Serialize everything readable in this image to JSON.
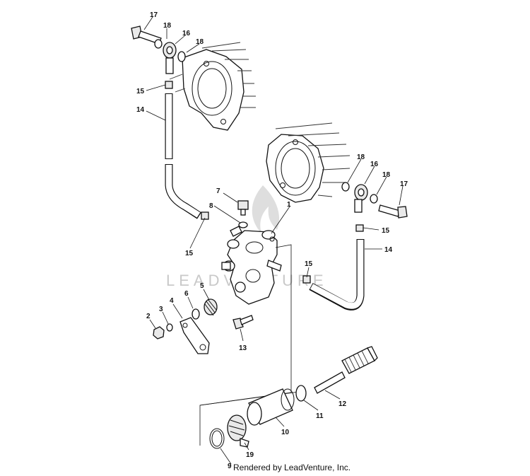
{
  "watermark": "LEADVENTURE",
  "credit": "Rendered by LeadVenture, Inc.",
  "callouts": {
    "c17a": "17",
    "c18a": "18",
    "c16a": "16",
    "c18b": "18",
    "c15a": "15",
    "c14a": "14",
    "c18c": "18",
    "c16b": "16",
    "c18d": "18",
    "c17b": "17",
    "c7": "7",
    "c8": "8",
    "c1": "1",
    "c15b": "15",
    "c15c": "15",
    "c14b": "14",
    "c15d": "15",
    "c6": "6",
    "c5": "5",
    "c4": "4",
    "c3": "3",
    "c2": "2",
    "c13": "13",
    "c12": "12",
    "c11": "11",
    "c10": "10",
    "c9": "9",
    "c19": "19"
  }
}
